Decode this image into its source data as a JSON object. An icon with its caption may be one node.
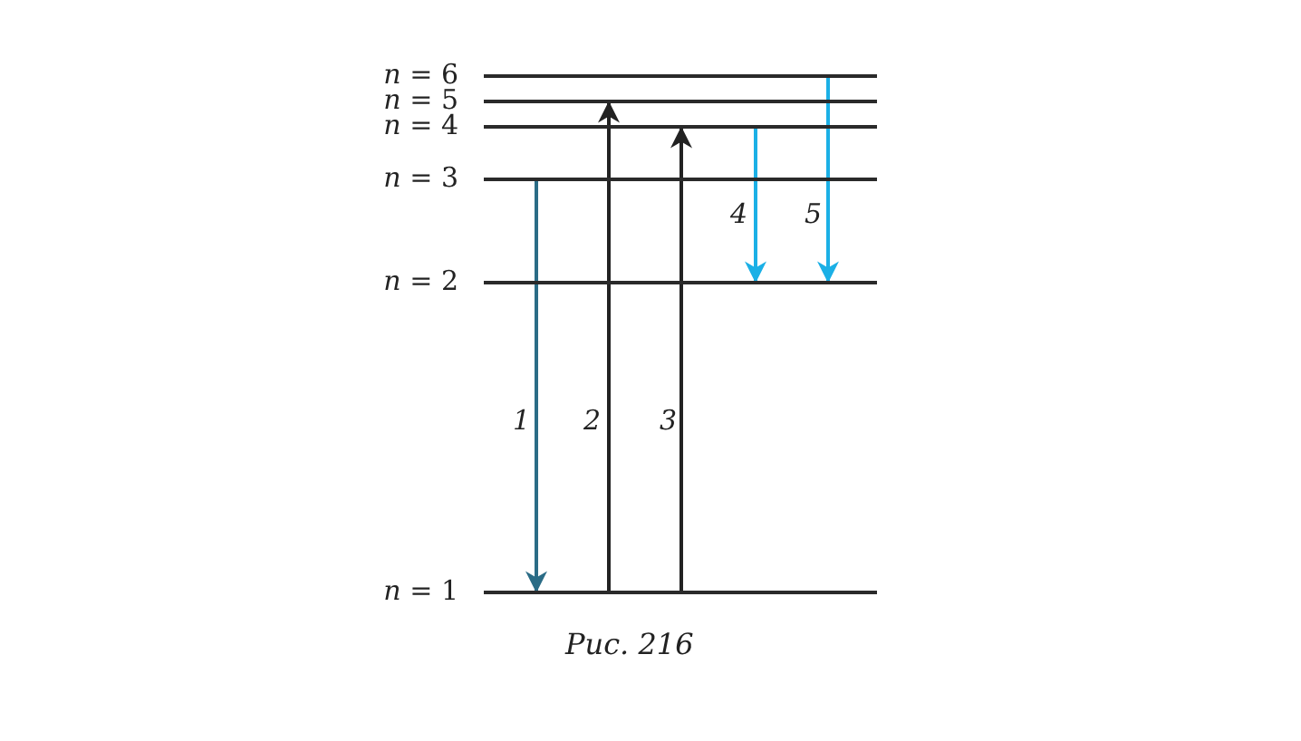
{
  "diagram": {
    "caption": "Рис. 216",
    "nodes": [
      {
        "text": [
          "*n* = 6"
        ]
      },
      {
        "text": [
          "*n* = 5"
        ]
      },
      {
        "text": [
          "*n* = 4"
        ]
      },
      {
        "text": [
          "*n* = 3"
        ]
      },
      {
        "text": [
          "*n* = 2"
        ]
      },
      {
        "text": [
          "*n* = 1"
        ]
      }
    ],
    "edges": [
      {
        "from": 3,
        "to": 5,
        "arrow": "to",
        "label": "1",
        "color": "#2b6c86"
      },
      {
        "from": 5,
        "to": 1,
        "arrow": "to",
        "label": "2"
      },
      {
        "from": 5,
        "to": 2,
        "arrow": "to",
        "label": "3"
      },
      {
        "from": 2,
        "to": 4,
        "arrow": "to",
        "label": "4",
        "color": "#1bb0e6"
      },
      {
        "from": 0,
        "to": 4,
        "arrow": "to",
        "label": "5",
        "color": "#1bb0e6"
      }
    ]
  }
}
